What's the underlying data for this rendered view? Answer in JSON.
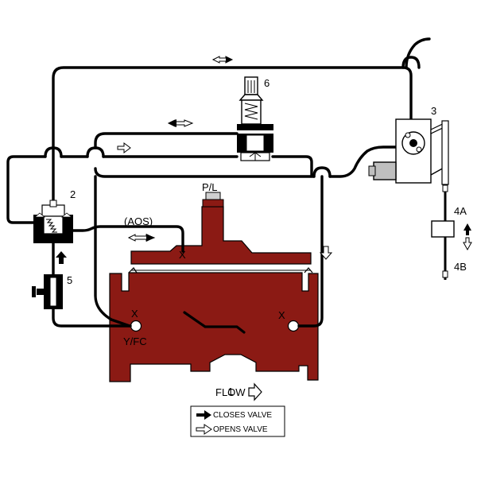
{
  "colors": {
    "valve_body": "#8b1a14",
    "line": "#000000",
    "background": "#ffffff",
    "component_fill": "#ffffff",
    "component_shade": "#bfbfbf"
  },
  "labels": {
    "main_valve": "1",
    "pilot_2": "2",
    "component_3": "3",
    "component_4a": "4A",
    "component_4b": "4B",
    "component_5": "5",
    "component_6": "6",
    "pl": "P/L",
    "aos": "(AOS)",
    "x_cover": "X",
    "x_inlet": "X",
    "x_outlet": "X",
    "yfc": "Y/FC",
    "flow": "FLOW"
  },
  "legend": {
    "closes": "CLOSES VALVE",
    "opens": "OPENS VALVE"
  },
  "icons": {
    "double_arrow": "double-arrow-icon",
    "flow_arrow": "flow-arrow-icon",
    "closes_arrow": "solid-arrow-icon",
    "opens_arrow": "hollow-arrow-icon"
  }
}
